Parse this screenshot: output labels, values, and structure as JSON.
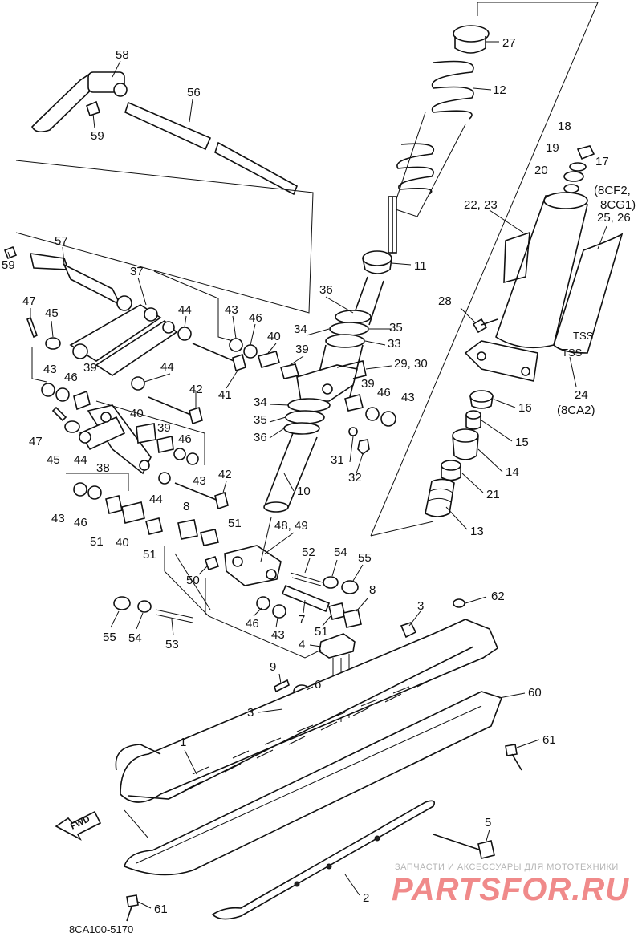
{
  "callouts": [
    {
      "id": "c27",
      "text": "27"
    },
    {
      "id": "c12",
      "text": "12"
    },
    {
      "id": "c58",
      "text": "58"
    },
    {
      "id": "c56",
      "text": "56"
    },
    {
      "id": "c59a",
      "text": "59"
    },
    {
      "id": "c18",
      "text": "18"
    },
    {
      "id": "c19",
      "text": "19"
    },
    {
      "id": "c17",
      "text": "17"
    },
    {
      "id": "c20",
      "text": "20"
    },
    {
      "id": "c8cf2",
      "text": "(8CF2,"
    },
    {
      "id": "c8cg1",
      "text": "8CG1)"
    },
    {
      "id": "c2223",
      "text": "22, 23"
    },
    {
      "id": "c2526",
      "text": "25, 26"
    },
    {
      "id": "c57",
      "text": "57"
    },
    {
      "id": "c59b",
      "text": "59"
    },
    {
      "id": "c11",
      "text": "11"
    },
    {
      "id": "c37",
      "text": "37"
    },
    {
      "id": "c47a",
      "text": "47"
    },
    {
      "id": "c45a",
      "text": "45"
    },
    {
      "id": "c44a",
      "text": "44"
    },
    {
      "id": "c43a",
      "text": "43"
    },
    {
      "id": "c46a",
      "text": "46"
    },
    {
      "id": "c36a",
      "text": "36"
    },
    {
      "id": "c28",
      "text": "28"
    },
    {
      "id": "c34a",
      "text": "34"
    },
    {
      "id": "c35a",
      "text": "35"
    },
    {
      "id": "c40a",
      "text": "40"
    },
    {
      "id": "c33",
      "text": "33"
    },
    {
      "id": "c39a",
      "text": "39"
    },
    {
      "id": "c2930",
      "text": "29, 30"
    },
    {
      "id": "c43b",
      "text": "43"
    },
    {
      "id": "c46b",
      "text": "46"
    },
    {
      "id": "c39b",
      "text": "39"
    },
    {
      "id": "c44b",
      "text": "44"
    },
    {
      "id": "c41",
      "text": "41"
    },
    {
      "id": "c24",
      "text": "24"
    },
    {
      "id": "c8ca2",
      "text": "(8CA2)"
    },
    {
      "id": "c42a",
      "text": "42"
    },
    {
      "id": "c34b",
      "text": "34"
    },
    {
      "id": "c39c",
      "text": "39"
    },
    {
      "id": "c46c",
      "text": "46"
    },
    {
      "id": "c43c",
      "text": "43"
    },
    {
      "id": "c16",
      "text": "16"
    },
    {
      "id": "c35b",
      "text": "35"
    },
    {
      "id": "c36b",
      "text": "36"
    },
    {
      "id": "c40b",
      "text": "40"
    },
    {
      "id": "c39d",
      "text": "39"
    },
    {
      "id": "c47b",
      "text": "47"
    },
    {
      "id": "c46d",
      "text": "46"
    },
    {
      "id": "c15",
      "text": "15"
    },
    {
      "id": "c45b",
      "text": "45"
    },
    {
      "id": "c44c",
      "text": "44"
    },
    {
      "id": "c43d",
      "text": "43"
    },
    {
      "id": "c31",
      "text": "31"
    },
    {
      "id": "c14",
      "text": "14"
    },
    {
      "id": "c38",
      "text": "38"
    },
    {
      "id": "c32",
      "text": "32"
    },
    {
      "id": "c21",
      "text": "21"
    },
    {
      "id": "c42b",
      "text": "42"
    },
    {
      "id": "c44d",
      "text": "44"
    },
    {
      "id": "c10",
      "text": "10"
    },
    {
      "id": "c43e",
      "text": "43"
    },
    {
      "id": "c46e",
      "text": "46"
    },
    {
      "id": "c8a",
      "text": "8"
    },
    {
      "id": "c13",
      "text": "13"
    },
    {
      "id": "c51a",
      "text": "51"
    },
    {
      "id": "c40c",
      "text": "40"
    },
    {
      "id": "c51b",
      "text": "51"
    },
    {
      "id": "c4849",
      "text": "48, 49"
    },
    {
      "id": "c51c",
      "text": "51"
    },
    {
      "id": "c52",
      "text": "52"
    },
    {
      "id": "c54a",
      "text": "54"
    },
    {
      "id": "c55a",
      "text": "55"
    },
    {
      "id": "c50",
      "text": "50"
    },
    {
      "id": "c8b",
      "text": "8"
    },
    {
      "id": "c3a",
      "text": "3"
    },
    {
      "id": "c62",
      "text": "62"
    },
    {
      "id": "c46f",
      "text": "46"
    },
    {
      "id": "c43f",
      "text": "43"
    },
    {
      "id": "c7",
      "text": "7"
    },
    {
      "id": "c51d",
      "text": "51"
    },
    {
      "id": "c55b",
      "text": "55"
    },
    {
      "id": "c54b",
      "text": "54"
    },
    {
      "id": "c53",
      "text": "53"
    },
    {
      "id": "c4",
      "text": "4"
    },
    {
      "id": "c9",
      "text": "9"
    },
    {
      "id": "c6",
      "text": "6"
    },
    {
      "id": "c60",
      "text": "60"
    },
    {
      "id": "c3b",
      "text": "3"
    },
    {
      "id": "c61a",
      "text": "61"
    },
    {
      "id": "c1",
      "text": "1"
    },
    {
      "id": "c5",
      "text": "5"
    },
    {
      "id": "c2",
      "text": "2"
    },
    {
      "id": "c61b",
      "text": "61"
    }
  ],
  "stickers": {
    "tss_a": "TSS",
    "tss_b": "TSS"
  },
  "fwd_arrow": "FWD",
  "reference_code": "8CA100-5170",
  "watermark": {
    "caption": "ЗАПЧАСТИ И АКСЕССУАРЫ ДЛЯ МОТОТЕХНИКИ",
    "logo": "PARTSFOR.RU"
  }
}
